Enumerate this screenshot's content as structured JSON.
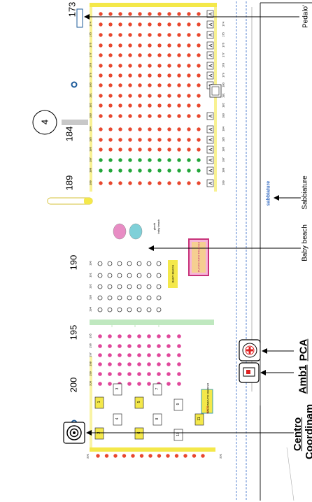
{
  "sections": {
    "start_173": "173",
    "mark_184": "184",
    "mark_189": "189",
    "mark_190": "190",
    "mark_195": "195",
    "mark_200": "200"
  },
  "tower_number": "4",
  "labels": {
    "pedalo": "Pedalo'",
    "sabbiature": "Sabbiature",
    "sabbiature_zone": "sabbiature",
    "baby_beach": "Baby beach",
    "giochi_baby": "giochi\nbaby beach",
    "baby_beach_sign": "BABY BEACH",
    "pca": "PCA",
    "amb1": "Amb1",
    "centro": "Centro\nCoordinam",
    "giochi": "giochi",
    "sign_left": "SALVAMENTO MARINO",
    "sign_mid": "PUNTO INFO TRUCCHI"
  },
  "row_labels": {
    "top_row": [
      "174",
      "175",
      "176",
      "177",
      "178",
      "179",
      "180",
      "181",
      "182",
      "183",
      "184",
      "185",
      "186",
      "187",
      "188",
      "189"
    ],
    "bottom_row": [
      "174",
      "175",
      "176",
      "177",
      "178",
      "179",
      "180",
      "181",
      "182",
      "183",
      "184",
      "185",
      "186",
      "187",
      "188",
      "189"
    ],
    "white_cols": [
      "190",
      "191",
      "192",
      "193",
      "194"
    ],
    "pink_cols": [
      "195",
      "196",
      "197",
      "198",
      "199",
      "200"
    ],
    "edge_left": "201",
    "edge_right": "201"
  },
  "boxes": {
    "yellow": [
      "1",
      "2",
      "5",
      "6",
      "11"
    ],
    "white": [
      "3",
      "4",
      "7",
      "8",
      "9",
      "10"
    ]
  },
  "colors": {
    "red_umbrella": "#e8472e",
    "green_umbrella": "#22a63a",
    "pink_umbrella": "#e0479b",
    "yellow": "#f4e84a",
    "light_green": "#bfe8bf",
    "blue_line": "#3a6fc4"
  },
  "icon_names": [
    "tower-icon",
    "pca-icon",
    "ambulance-icon",
    "coordination-center-icon",
    "buoy-icon",
    "kiosk-icon"
  ]
}
